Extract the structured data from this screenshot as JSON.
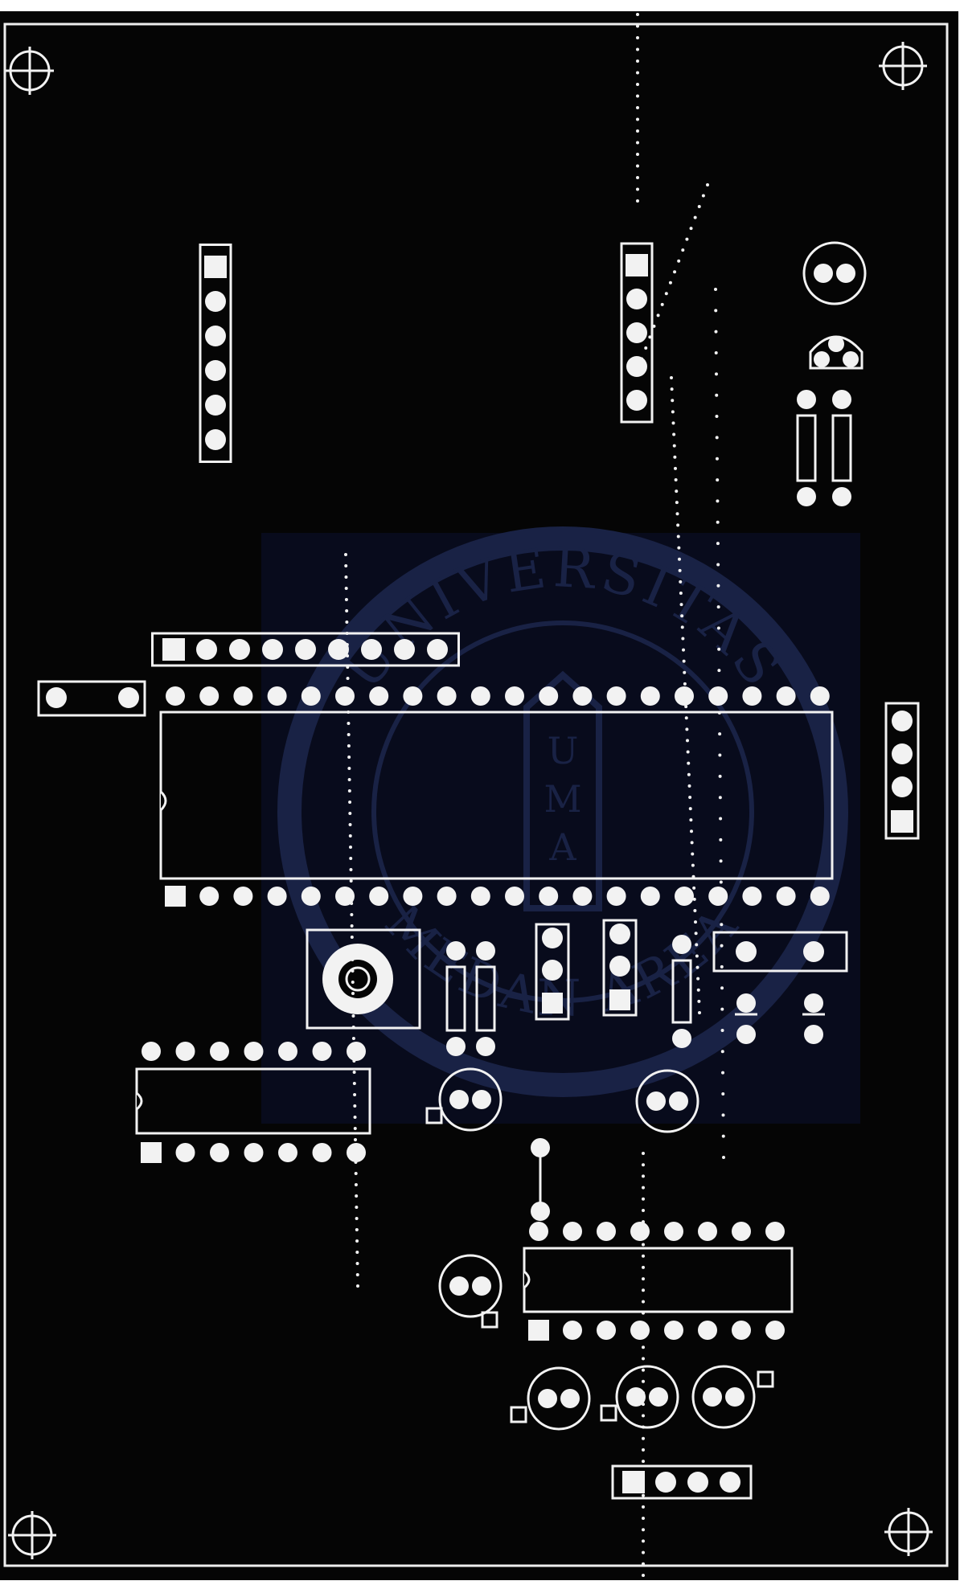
{
  "board": {
    "background_color": "#050505",
    "silkscreen_color": "#f2f2f2",
    "paper_color": "#ffffff"
  },
  "watermark": {
    "text_arc_top": "UNIVERSITAS",
    "text_arc_bottom": "MEDAN AREA",
    "center_letters": [
      "U",
      "M",
      "A"
    ],
    "color": "#2a3a7a"
  },
  "icons": {
    "mounting_hole": "crosshair-circle-icon",
    "pad": "round-pad-icon",
    "square_pad": "square-pad-icon"
  }
}
